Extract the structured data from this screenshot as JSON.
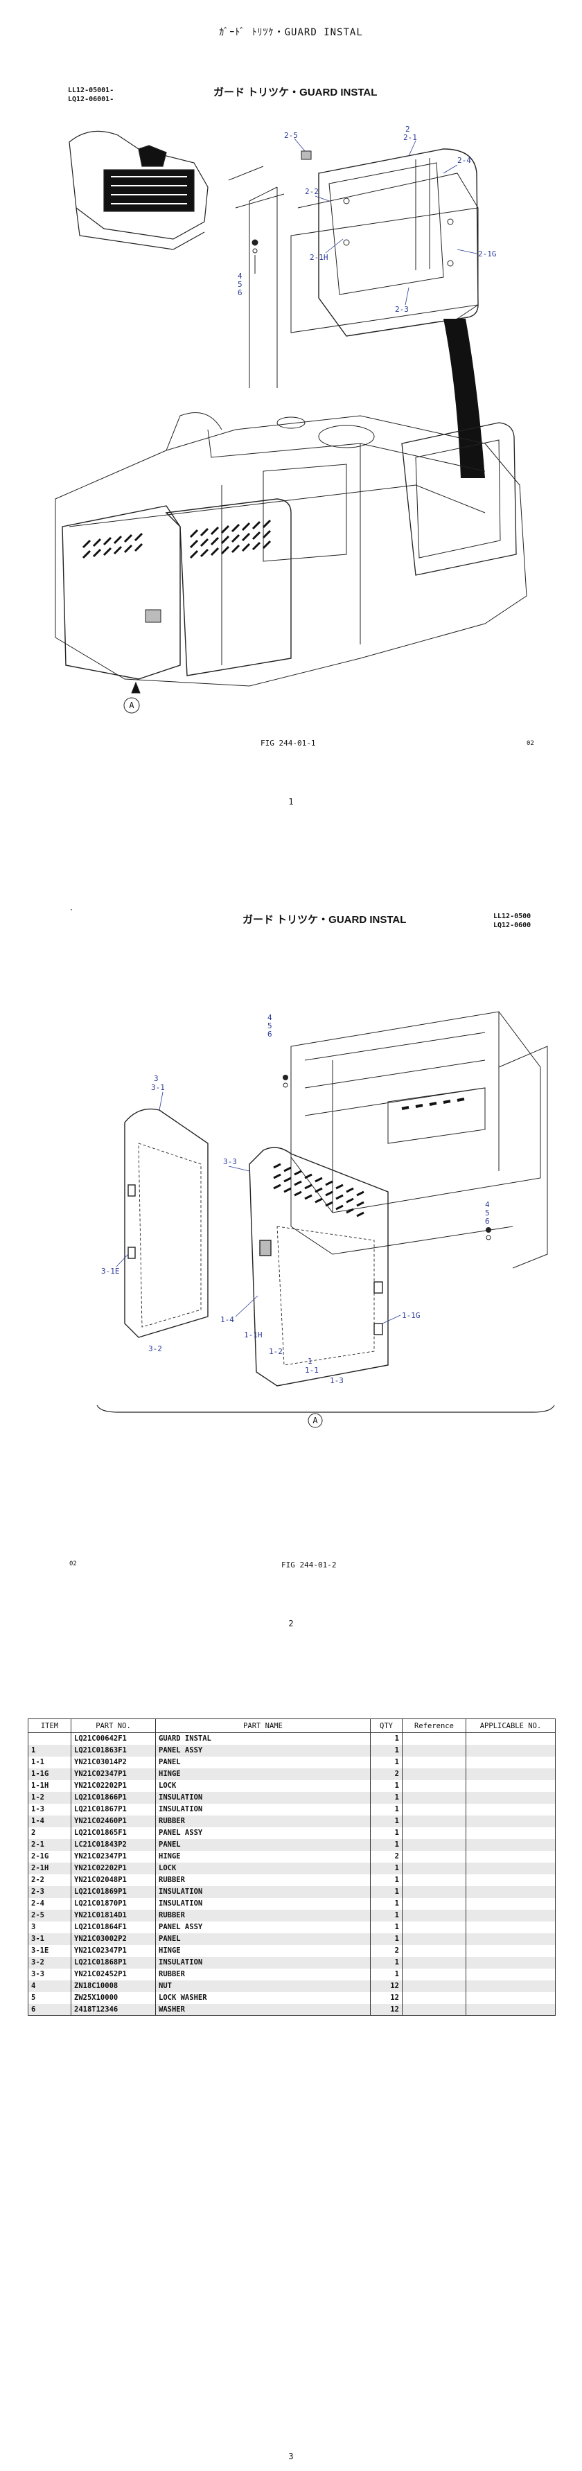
{
  "page1": {
    "header": "ｶﾞｰﾄﾞ ﾄﾘﾂｹ・GUARD INSTAL",
    "serial_1": "LL12-05001-",
    "serial_2": "LQ12-06001-",
    "subtitle": "ガード トリツケ・GUARD INSTAL",
    "callouts": [
      "2-5",
      "2",
      "2-1",
      "2-4",
      "2-2",
      "2-1H",
      "2-1G",
      "2-3",
      "4",
      "5",
      "6"
    ],
    "marker": "A",
    "fig_label": "FIG 244-01-1",
    "corner_code": "02",
    "page_number": "1"
  },
  "page2": {
    "dot": "·",
    "subtitle": "ガード トリツケ・GUARD INSTAL",
    "serial_1": "LL12-0500",
    "serial_2": "LQ12-0600",
    "callouts": [
      "4",
      "5",
      "6",
      "3",
      "3-1",
      "3-3",
      "3-1E",
      "3-2",
      "1-4",
      "1-1H",
      "1-2",
      "1",
      "1-1",
      "1-3",
      "1-1G",
      "4",
      "5",
      "6"
    ],
    "marker": "A",
    "corner_code": "02",
    "fig_label": "FIG 244-01-2",
    "page_number": "2"
  },
  "page3": {
    "columns": [
      "ITEM",
      "PART NO.",
      "PART NAME",
      "QTY",
      "Reference",
      "APPLICABLE NO."
    ],
    "rows": [
      [
        "",
        "LQ21C00642F1",
        "GUARD INSTAL",
        "1",
        "",
        ""
      ],
      [
        "1",
        "LQ21C01863F1",
        "PANEL ASSY",
        "1",
        "",
        ""
      ],
      [
        "1-1",
        "YN21C03014P2",
        "PANEL",
        "1",
        "",
        ""
      ],
      [
        "1-1G",
        "YN21C02347P1",
        "HINGE",
        "2",
        "",
        ""
      ],
      [
        "1-1H",
        "YN21C02202P1",
        "LOCK",
        "1",
        "",
        ""
      ],
      [
        "1-2",
        "LQ21C01866P1",
        "INSULATION",
        "1",
        "",
        ""
      ],
      [
        "1-3",
        "LQ21C01867P1",
        "INSULATION",
        "1",
        "",
        ""
      ],
      [
        "1-4",
        "YN21C02460P1",
        "RUBBER",
        "1",
        "",
        ""
      ],
      [
        "2",
        "LQ21C01865F1",
        "PANEL ASSY",
        "1",
        "",
        ""
      ],
      [
        "2-1",
        "LC21C01843P2",
        "PANEL",
        "1",
        "",
        ""
      ],
      [
        "2-1G",
        "YN21C02347P1",
        "HINGE",
        "2",
        "",
        ""
      ],
      [
        "2-1H",
        "YN21C02202P1",
        "LOCK",
        "1",
        "",
        ""
      ],
      [
        "2-2",
        "YN21C02048P1",
        "RUBBER",
        "1",
        "",
        ""
      ],
      [
        "2-3",
        "LQ21C01869P1",
        "INSULATION",
        "1",
        "",
        ""
      ],
      [
        "2-4",
        "LQ21C01870P1",
        "INSULATION",
        "1",
        "",
        ""
      ],
      [
        "2-5",
        "YN21C01814D1",
        "RUBBER",
        "1",
        "",
        ""
      ],
      [
        "3",
        "LQ21C01864F1",
        "PANEL ASSY",
        "1",
        "",
        ""
      ],
      [
        "3-1",
        "YN21C03002P2",
        "PANEL",
        "1",
        "",
        ""
      ],
      [
        "3-1E",
        "YN21C02347P1",
        "HINGE",
        "2",
        "",
        ""
      ],
      [
        "3-2",
        "LQ21C01868P1",
        "INSULATION",
        "1",
        "",
        ""
      ],
      [
        "3-3",
        "YN21C02452P1",
        "RUBBER",
        "1",
        "",
        ""
      ],
      [
        "4",
        "ZN18C10008",
        "NUT",
        "12",
        "",
        ""
      ],
      [
        "5",
        "ZW25X10000",
        "LOCK WASHER",
        "12",
        "",
        ""
      ],
      [
        "6",
        "2418T12346",
        "WASHER",
        "12",
        "",
        ""
      ]
    ],
    "page_number": "3"
  }
}
